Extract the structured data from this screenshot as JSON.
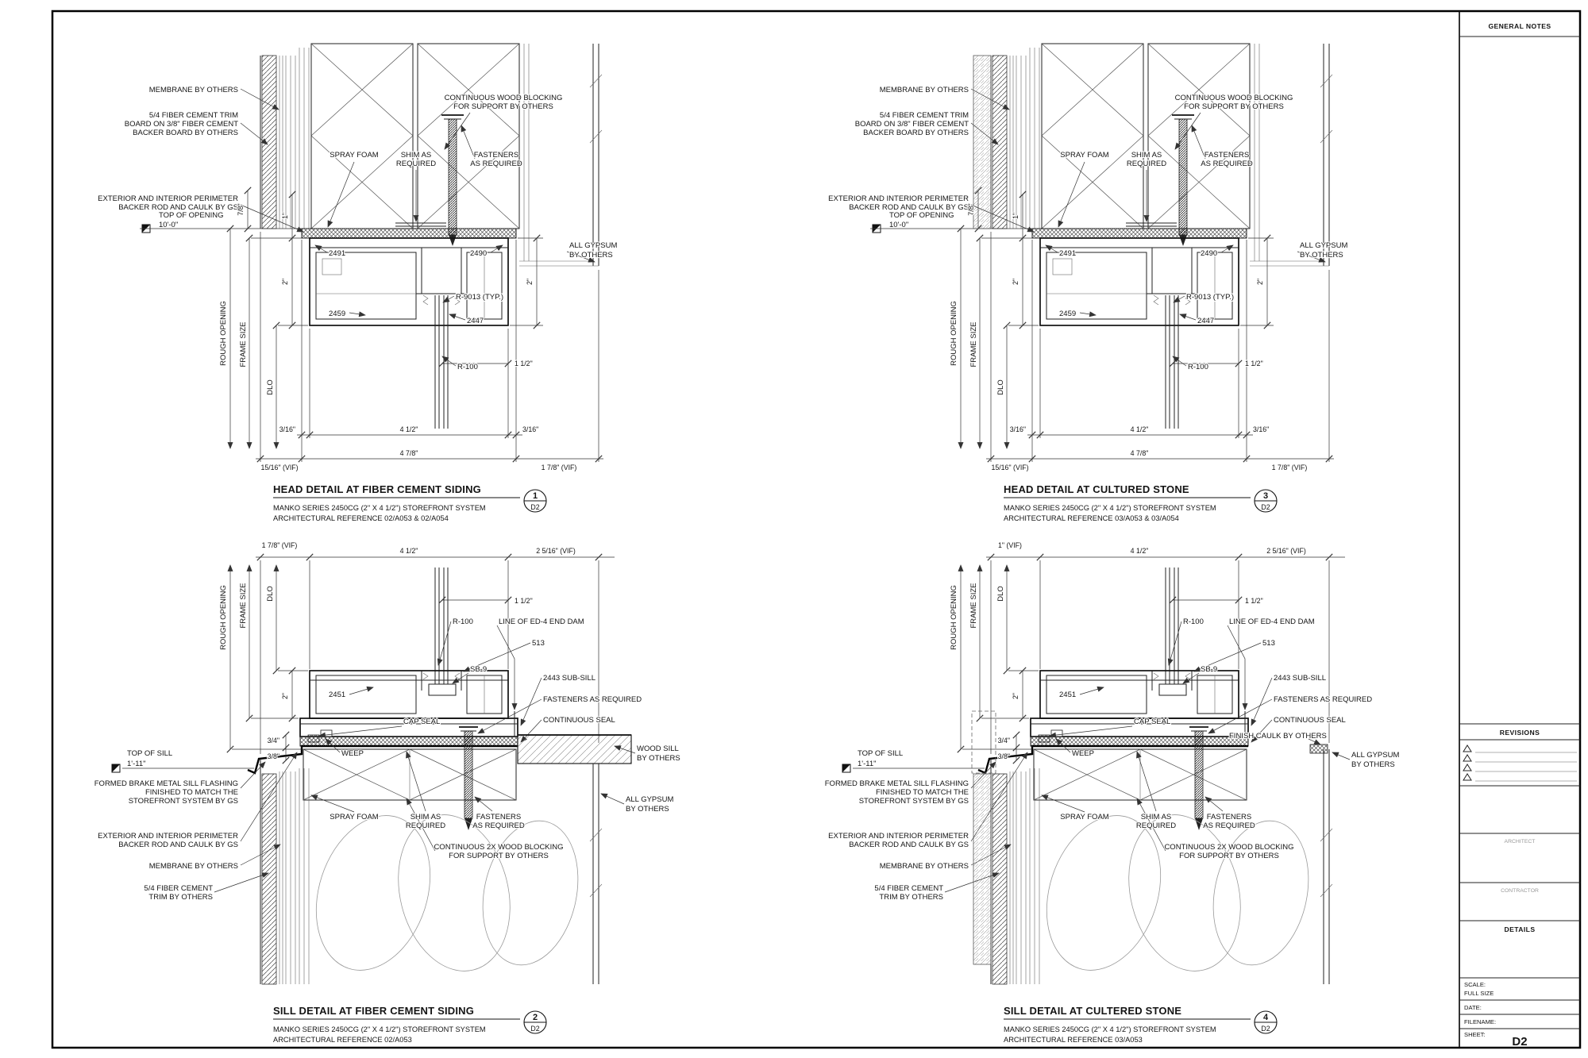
{
  "titleblock": {
    "general_notes": "GENERAL NOTES",
    "revisions": "REVISIONS",
    "architect": "ARCHITECT",
    "contractor": "CONTRACTOR",
    "details": "DETAILS",
    "scale_label": "SCALE:",
    "scale_value": "FULL SIZE",
    "date_label": "DATE:",
    "filename_label": "FILENAME:",
    "sheet_label": "SHEET:",
    "sheet_number": "D2"
  },
  "details": {
    "head_fcs": {
      "title": "HEAD DETAIL AT FIBER CEMENT SIDING",
      "system": "MANKO SERIES 2450CG (2\" X 4 1/2\") STOREFRONT SYSTEM",
      "reference": "ARCHITECTURAL REFERENCE 02/A053 & 02/A054",
      "number": "1",
      "sheet": "D2"
    },
    "head_cs": {
      "title": "HEAD DETAIL AT CULTURED STONE",
      "system": "MANKO SERIES 2450CG (2\" X 4 1/2\") STOREFRONT SYSTEM",
      "reference": "ARCHITECTURAL REFERENCE 03/A053 & 03/A054",
      "number": "3",
      "sheet": "D2"
    },
    "sill_fcs": {
      "title": "SILL DETAIL AT FIBER CEMENT SIDING",
      "system": "MANKO SERIES 2450CG (2\" X 4 1/2\") STOREFRONT SYSTEM",
      "reference": "ARCHITECTURAL REFERENCE 02/A053",
      "number": "2",
      "sheet": "D2"
    },
    "sill_cs": {
      "title": "SILL DETAIL AT CULTERED STONE",
      "system": "MANKO SERIES 2450CG (2\" X 4 1/2\") STOREFRONT SYSTEM",
      "reference": "ARCHITECTURAL REFERENCE 03/A053",
      "number": "4",
      "sheet": "D2"
    }
  },
  "head": {
    "membrane": "MEMBRANE BY OTHERS",
    "trim1": "5/4 FIBER CEMENT TRIM",
    "trim2": "BOARD ON 3/8\" FIBER CEMENT",
    "trim3": "BACKER BOARD BY OTHERS",
    "perim1": "EXTERIOR AND INTERIOR PERIMETER",
    "perim2": "BACKER ROD AND CAULK BY GS",
    "spray": "SPRAY FOAM",
    "shim1": "SHIM AS",
    "shim2": "REQUIRED",
    "block1": "CONTINUOUS WOOD BLOCKING",
    "block2": "FOR SUPPORT BY OTHERS",
    "fast1": "FASTENERS",
    "fast2": "AS REQUIRED",
    "top1": "TOP OF OPENING",
    "top2": "10'-0\"",
    "ro": "ROUGH OPENING",
    "fs": "FRAME SIZE",
    "dlo": "DLO",
    "gyp1": "ALL GYPSUM",
    "gyp2": "BY OTHERS",
    "p2491": "2491",
    "p2490": "2490",
    "p9013": "R-9013 (TYP.)",
    "p2447": "2447",
    "p2459": "2459",
    "pr100": "R-100",
    "d78": "7/8\"",
    "d1": "1\"",
    "d2l": "2\"",
    "d2r": "2\"",
    "d112": "1 1/2\"",
    "d316a": "3/16\"",
    "d412": "4 1/2\"",
    "d316b": "3/16\"",
    "d1516": "15/16\" (VIF)",
    "d478": "4 7/8\"",
    "d178": "1 7/8\" (VIF)"
  },
  "sill": {
    "pr100": "R-100",
    "enddam": "LINE OF ED-4 END DAM",
    "p513": "513",
    "sb9": "SB-9",
    "subsill": "2443 SUB-SILL",
    "fastreq": "FASTENERS AS REQUIRED",
    "contseal": "CONTINUOUS SEAL",
    "capseal": "CAP SEAL",
    "p2451": "2451",
    "weep": "WEEP",
    "wood1": "WOOD SILL",
    "wood2": "BY OTHERS",
    "gyp1": "ALL GYPSUM",
    "gyp2": "BY OTHERS",
    "caulk": "FINISH CAULK BY OTHERS",
    "top1": "TOP OF SILL",
    "top2": "1'-11\"",
    "flash1": "FORMED BRAKE METAL SILL FLASHING",
    "flash2": "FINISHED TO MATCH THE",
    "flash3": "STOREFRONT SYSTEM BY GS",
    "spray": "SPRAY FOAM",
    "shim1": "SHIM AS",
    "shim2": "REQUIRED",
    "fast1": "FASTENERS",
    "fast2": "AS REQUIRED",
    "perim1": "EXTERIOR AND INTERIOR PERIMETER",
    "perim2": "BACKER ROD AND CAULK BY GS",
    "block1": "CONTINUOUS 2X WOOD BLOCKING",
    "block2": "FOR SUPPORT BY OTHERS",
    "membrane": "MEMBRANE BY OTHERS",
    "trim1": "5/4 FIBER CEMENT",
    "trim2": "TRIM BY OTHERS",
    "ro": "ROUGH OPENING",
    "fs": "FRAME SIZE",
    "dlo": "DLO",
    "d178": "1 7/8\" (VIF)",
    "d1": "1\" (VIF)",
    "d412": "4 1/2\"",
    "d2516": "2 5/16\" (VIF)",
    "d112": "1 1/2\"",
    "d2": "2\"",
    "d34": "3/4\"",
    "d38": "3/8\""
  }
}
